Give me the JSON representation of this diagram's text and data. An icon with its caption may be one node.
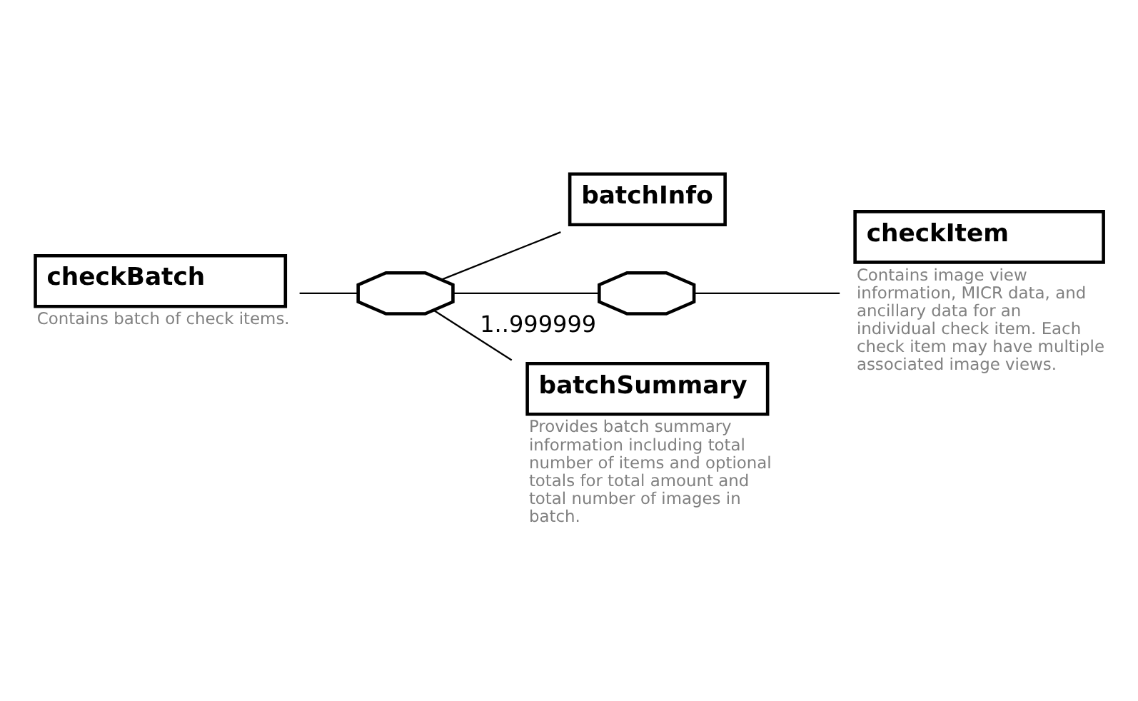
{
  "diagram": {
    "nodes": [
      {
        "text": [
          "checkBatch"
        ],
        "beside": [
          "Contains batch of check items."
        ]
      },
      {
        "text": [],
        "shape": "octagon"
      },
      {
        "text": [
          "batchInfo"
        ]
      },
      {
        "text": [],
        "shape": "octagon",
        "beside": [
          "1..999999"
        ]
      },
      {
        "text": [
          "checkItem"
        ],
        "beside": [
          "Contains image view information, MICR data, and ancillary data for an individual check item. Each check item may have multiple associated image views."
        ]
      },
      {
        "text": [
          "batchSummary"
        ],
        "beside": [
          "Provides batch summary information including total number of items and optional totals for total amount and total number of images in batch."
        ]
      }
    ],
    "edges": [
      {
        "from": 0,
        "to": 1,
        "arrow": "none"
      },
      {
        "from": 1,
        "to": 2,
        "arrow": "none"
      },
      {
        "from": 1,
        "to": 3,
        "arrow": "none"
      },
      {
        "from": 3,
        "to": 4,
        "arrow": "none"
      },
      {
        "from": 1,
        "to": 5,
        "arrow": "none"
      }
    ]
  }
}
